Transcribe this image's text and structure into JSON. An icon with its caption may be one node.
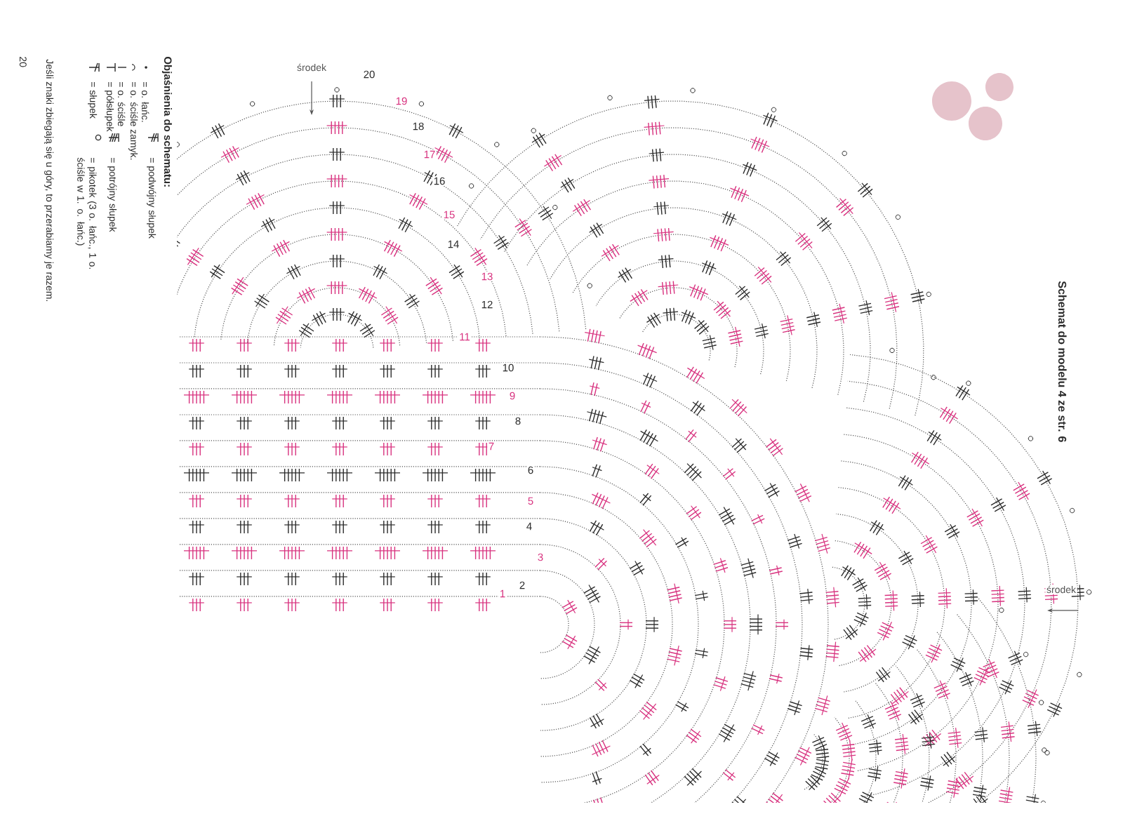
{
  "diagram": {
    "title": "Schemat do modelu 4 ze str. 6",
    "labels": [
      "Objaśnienia do schematu:",
      "środek",
      "20",
      "19",
      "18",
      "17",
      "16",
      "15",
      "14",
      "13",
      "12",
      "11",
      "10",
      "9",
      "8",
      "7",
      "6",
      "5",
      "4",
      "3",
      "2",
      "1",
      "środek",
      "Jeśli znaki zbiegają się u góry, to przerabiamy je razem.",
      "20"
    ],
    "legend": [
      {
        "text": "= o. łańc."
      },
      {
        "text": "= o. ściśle zamyk."
      },
      {
        "text": "= o. ściśle"
      },
      {
        "text": "= półsłupek"
      },
      {
        "text": "= słupek"
      },
      {
        "text": "= podwójny słupek"
      },
      {
        "text": "= potrójny słupek"
      },
      {
        "text": "= pikotek (3 o. łańc., 1 o. ściśle w 1. o. łańc.)"
      }
    ]
  }
}
